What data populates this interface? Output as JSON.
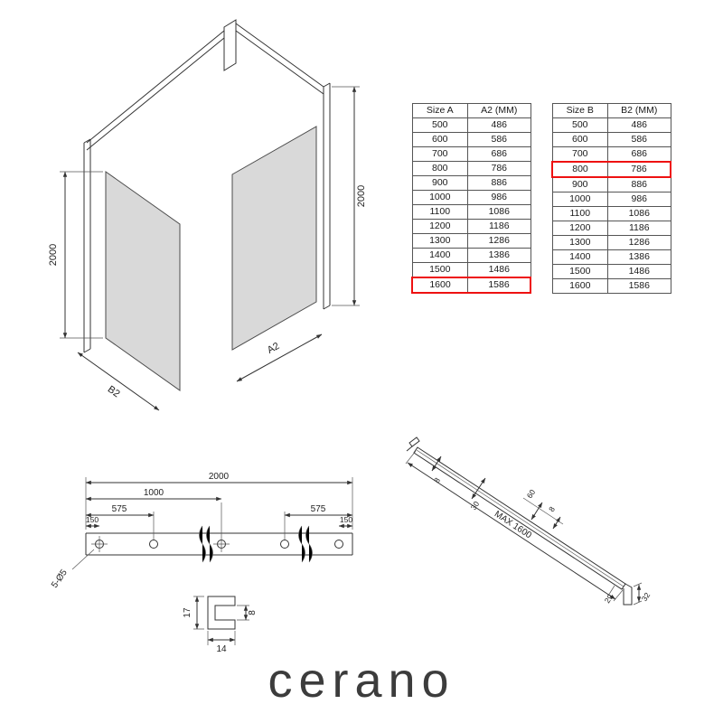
{
  "logo": {
    "text": "cerano"
  },
  "tables": [
    {
      "headers": [
        "Size A",
        "A2 (MM)"
      ],
      "rows": [
        [
          "500",
          "486"
        ],
        [
          "600",
          "586"
        ],
        [
          "700",
          "686"
        ],
        [
          "800",
          "786"
        ],
        [
          "900",
          "886"
        ],
        [
          "1000",
          "986"
        ],
        [
          "1100",
          "1086"
        ],
        [
          "1200",
          "1186"
        ],
        [
          "1300",
          "1286"
        ],
        [
          "1400",
          "1386"
        ],
        [
          "1500",
          "1486"
        ],
        [
          "1600",
          "1586"
        ]
      ],
      "highlight_row_index": 11
    },
    {
      "headers": [
        "Size B",
        "B2 (MM)"
      ],
      "rows": [
        [
          "500",
          "486"
        ],
        [
          "600",
          "586"
        ],
        [
          "700",
          "686"
        ],
        [
          "800",
          "786"
        ],
        [
          "900",
          "886"
        ],
        [
          "1000",
          "986"
        ],
        [
          "1100",
          "1086"
        ],
        [
          "1200",
          "1186"
        ],
        [
          "1300",
          "1286"
        ],
        [
          "1400",
          "1386"
        ],
        [
          "1500",
          "1486"
        ],
        [
          "1600",
          "1586"
        ]
      ],
      "highlight_row_index": 3
    }
  ],
  "drawings": {
    "shower": {
      "left_height": "2000",
      "right_height": "2000",
      "left_panel_label": "B2",
      "right_panel_label": "A2"
    },
    "rail": {
      "total_length": "2000",
      "center_distance": "1000",
      "left_spacing": "575",
      "right_spacing": "575",
      "left_end": "150",
      "right_end": "150",
      "holes_label": "5-Ø5",
      "profile_height": "17",
      "profile_slot": "8",
      "profile_width": "14"
    },
    "support_bar": {
      "dim_8a": "8",
      "dim_30": "30",
      "dim_60": "60",
      "dim_8b": "8",
      "max_length": "MAX 1600",
      "dim_29": "29",
      "dim_32": "32"
    }
  },
  "colors": {
    "highlight": "#ee1111",
    "glass": "#d9d9d9",
    "line": "#333333"
  }
}
